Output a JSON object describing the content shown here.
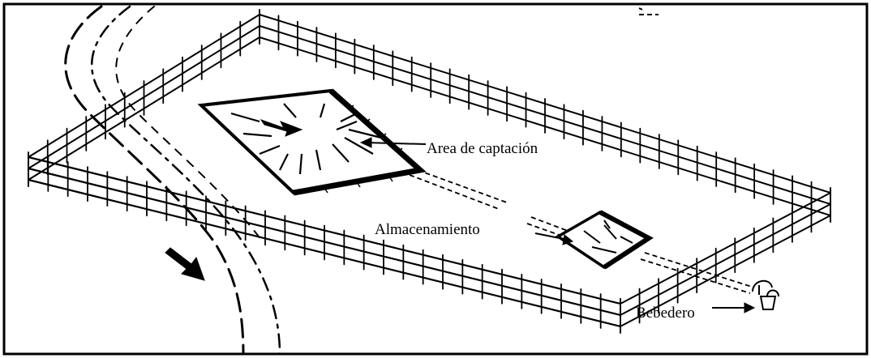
{
  "labels": {
    "catchment_area": "Area de captación",
    "storage": "Almacenamiento",
    "drinker": "Bebedero"
  }
}
